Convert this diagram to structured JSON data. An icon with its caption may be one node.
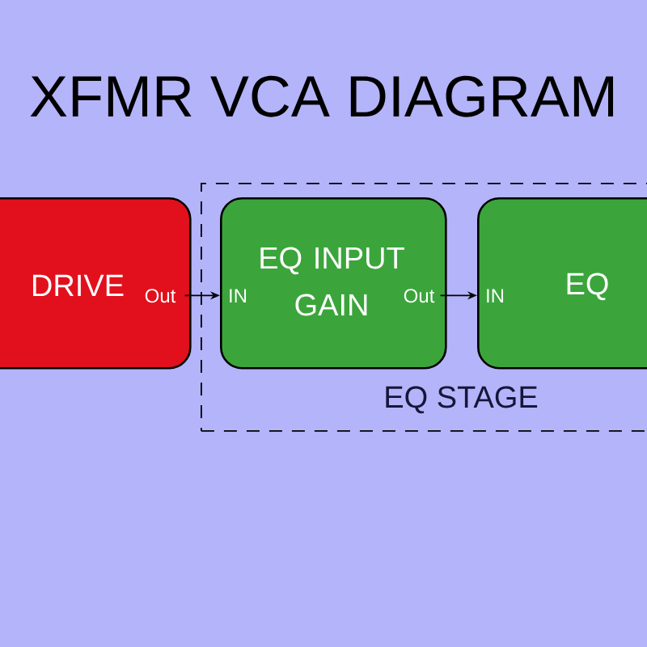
{
  "diagram": {
    "title": "XFMR VCA DIAGRAM",
    "nodes": [
      {
        "text": [
          "DRIVE",
          "Out"
        ]
      },
      {
        "text": [
          "EQ STAGE"
        ]
      },
      {
        "text": [
          "IN",
          "EQ INPUT GAIN",
          "Out"
        ],
        "in": 1
      },
      {
        "text": [
          "IN",
          "EQ"
        ],
        "in": 1
      }
    ],
    "edges": [
      {
        "from": 0,
        "to": 2,
        "arrow": "to"
      },
      {
        "from": 2,
        "to": 3,
        "arrow": "to"
      }
    ]
  }
}
